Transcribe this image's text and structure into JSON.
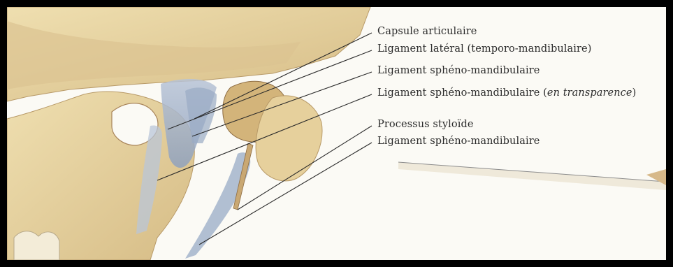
{
  "labels": [
    {
      "id": "capsule",
      "text": "Capsule articulaire"
    },
    {
      "id": "lateral",
      "text": "Ligament latéral (temporo-mandibulaire)"
    },
    {
      "id": "spheno1",
      "text": "Ligament sphéno-mandibulaire"
    },
    {
      "id": "spheno_trans",
      "text": "Ligament sphéno-mandibulaire (",
      "italic": "en transparence",
      "suffix": ")"
    },
    {
      "id": "styloid",
      "text": "Processus styloïde"
    },
    {
      "id": "spheno2",
      "text": "Ligament sphéno-mandibulaire"
    }
  ],
  "colors": {
    "bone_light": "#ead9a6",
    "bone_mid": "#d9c08a",
    "bone_dark": "#a8845a",
    "ligament": "#a9b7cc",
    "ligament_dark": "#7f93b0",
    "leader": "#2a2a2a",
    "paper": "#fbfaf5"
  }
}
